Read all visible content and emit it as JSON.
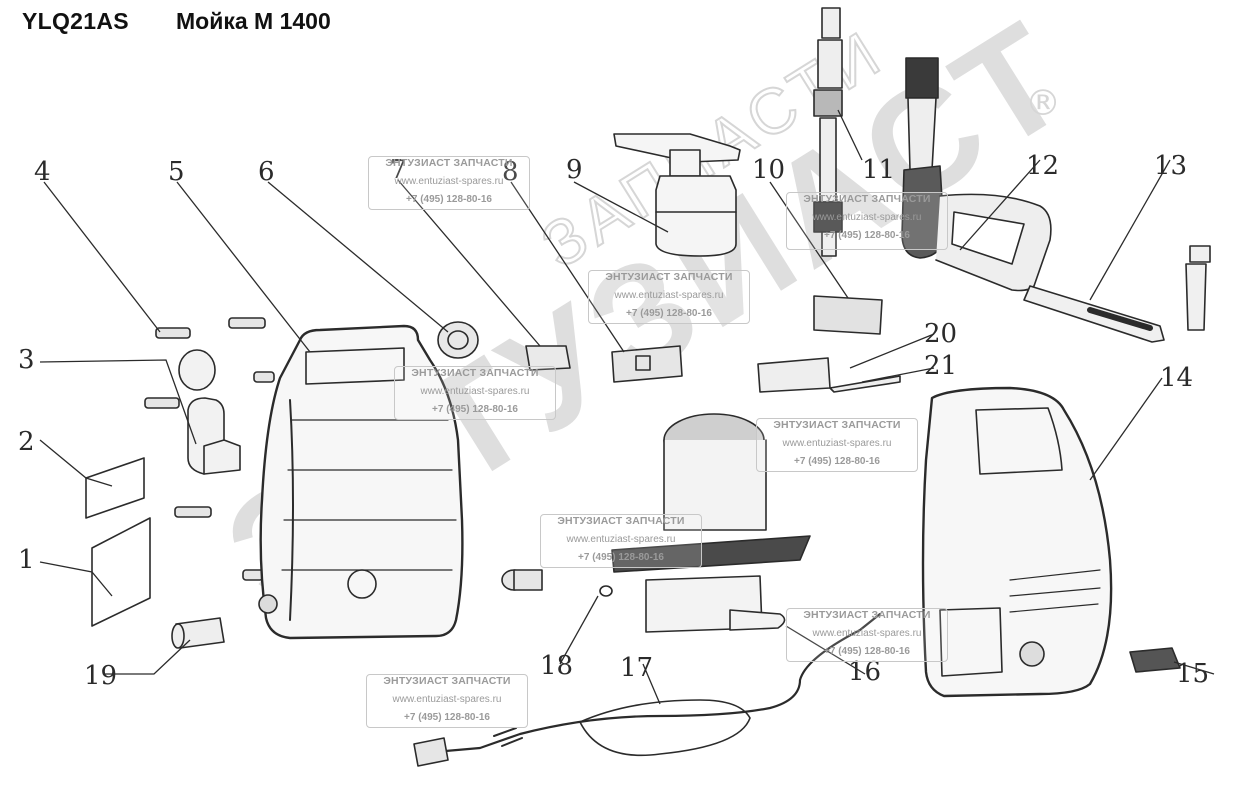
{
  "header": {
    "model": "YLQ21AS",
    "name": "Мойка М 1400"
  },
  "watermark": {
    "brand": "ЭНТУЗИАСТ",
    "sub": "ЗАПЧАСТИ",
    "registered": "®"
  },
  "stamp": {
    "title": "ЭНТУЗИАСТ ЗАПЧАСТИ",
    "url": "www.entuziast-spares.ru",
    "phone": "+7 (495) 128-80-16"
  },
  "parts": [
    "1",
    "2",
    "3",
    "4",
    "5",
    "6",
    "7",
    "8",
    "9",
    "10",
    "11",
    "12",
    "13",
    "14",
    "15",
    "16",
    "17",
    "18",
    "19",
    "20",
    "21"
  ],
  "colors": {
    "line": "#2b2b2b",
    "watermark": "#dcdcdc",
    "stamp_text": "#9a9a9a"
  }
}
